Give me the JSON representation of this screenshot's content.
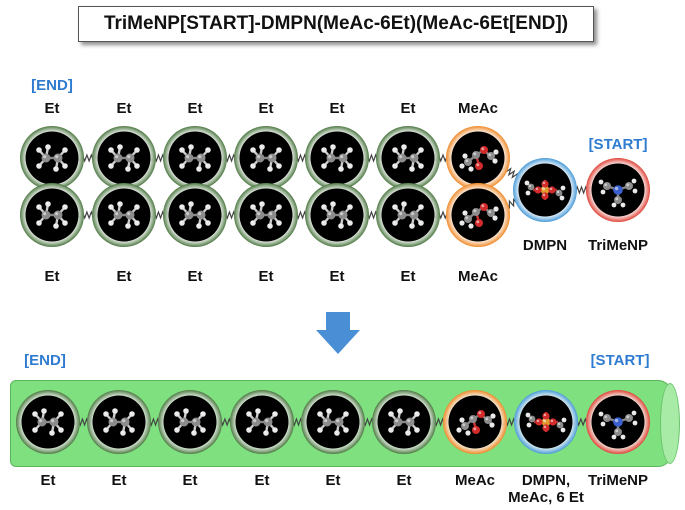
{
  "title": "TriMeNP[START]-DMPN(MeAc-6Et)(MeAc-6Et[END])",
  "top": {
    "end_tag": "[END]",
    "start_tag": "[START]",
    "row1_labels": [
      "Et",
      "Et",
      "Et",
      "Et",
      "Et",
      "Et",
      "MeAc"
    ],
    "row2_labels": [
      "Et",
      "Et",
      "Et",
      "Et",
      "Et",
      "Et",
      "MeAc"
    ],
    "dmpn_label": "DMPN",
    "trimenp_label": "TriMeNP"
  },
  "bottom": {
    "end_tag": "[END]",
    "start_tag": "[START]",
    "labels": [
      "Et",
      "Et",
      "Et",
      "Et",
      "Et",
      "Et",
      "MeAc",
      "DMPN,\nMeAc, 6 Et",
      "TriMeNP"
    ]
  },
  "colors": {
    "et_ring": "#4f7a45",
    "meac_ring": "#f08a2a",
    "dmpn_ring": "#4a9bd8",
    "trimenp_ring": "#e0453a",
    "tube": "#7fe07f",
    "arrow": "#4a8fd6",
    "tag_blue": "#2e7bd0"
  }
}
